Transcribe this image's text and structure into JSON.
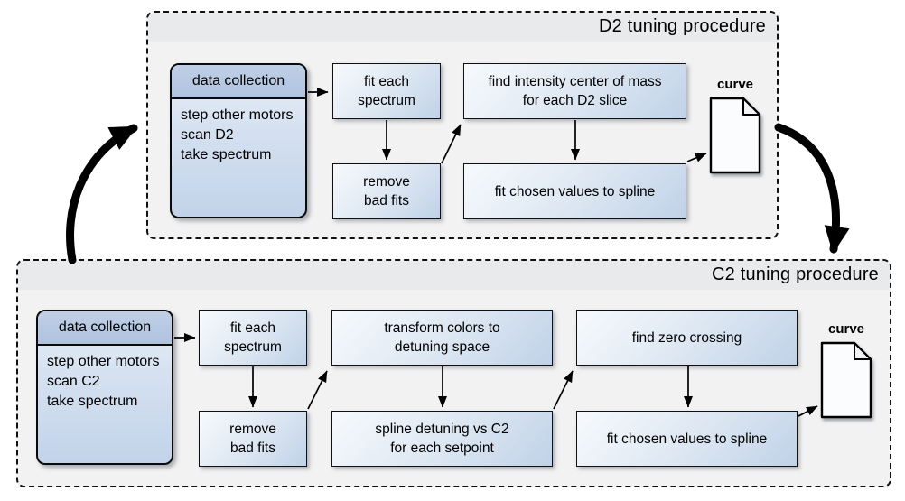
{
  "d2": {
    "title": "D2 tuning procedure",
    "data_collection": {
      "header": "data collection",
      "line1": "step other motors",
      "line2": "scan D2",
      "line3": "take spectrum"
    },
    "steps": {
      "fit_each_spectrum": "fit each\nspectrum",
      "remove_bad_fits": "remove\nbad fits",
      "find_intensity_com": "find intensity center of mass\nfor each D2 slice",
      "fit_chosen_spline": "fit chosen values to spline"
    },
    "curve_label": "curve"
  },
  "c2": {
    "title": "C2 tuning procedure",
    "data_collection": {
      "header": "data collection",
      "line1": "step other motors",
      "line2": "scan C2",
      "line3": "take spectrum"
    },
    "steps": {
      "fit_each_spectrum": "fit each\nspectrum",
      "remove_bad_fits": "remove\nbad fits",
      "transform_colors": "transform colors to\ndetuning space",
      "spline_detuning": "spline detuning vs C2\nfor each setpoint",
      "find_zero_crossing": "find zero crossing",
      "fit_chosen_spline": "fit chosen values to spline"
    },
    "curve_label": "curve"
  },
  "colors": {
    "panel_background": "#f2f2f3",
    "panel_title_strip": "#e9eaeb",
    "box_gradient_light": "#f7fafd",
    "box_gradient_dark": "#c0d2e8",
    "data_collection_header": "#b6c8e2",
    "border": "#000000",
    "arrow": "#000000",
    "document_fill": "#fbfcfe"
  }
}
